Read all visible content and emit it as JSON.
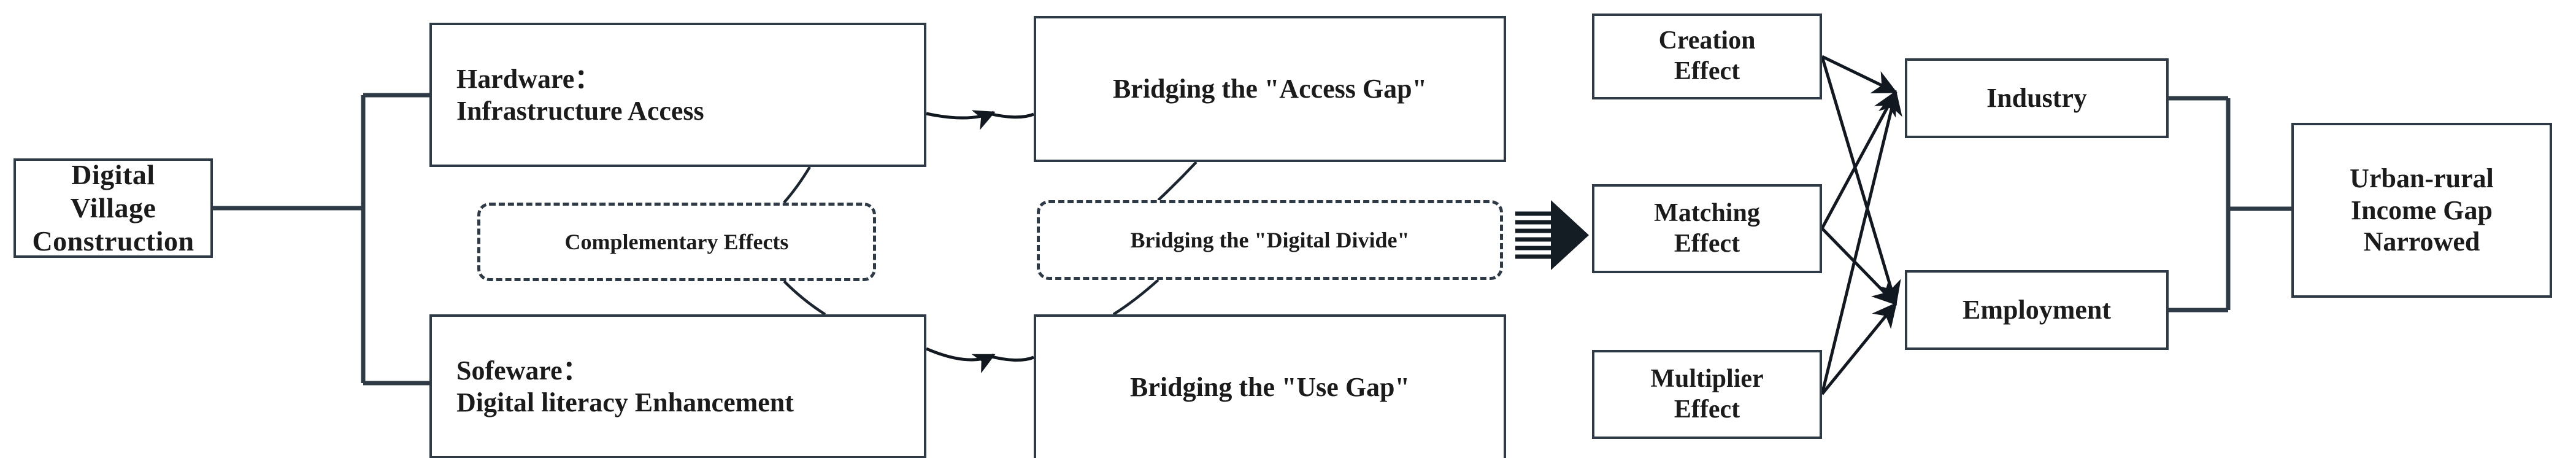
{
  "diagram": {
    "title": "Digital Village Construction and the Urban-rural Income Gap",
    "type": "flow-diagram",
    "colors": {
      "border": "#2e3b47",
      "text": "#1b1b1b",
      "background": "#ffffff",
      "connector": "#1b2530"
    },
    "nodes": {
      "digital_village": {
        "label": "Digital\nVillage\nConstruction",
        "style": "solid-box"
      },
      "hardware": {
        "label": "Hardware：\n    Infrastructure Access",
        "style": "solid-box"
      },
      "software": {
        "label": "Sofeware：\nDigital literacy Enhancement",
        "style": "solid-box"
      },
      "complementary": {
        "label": "Complementary Effects",
        "style": "dashed-rounded-box"
      },
      "access_gap": {
        "label": "Bridging the \"Access Gap\"",
        "style": "solid-box"
      },
      "digital_divide": {
        "label": "Bridging the \"Digital Divide\"",
        "style": "dashed-rounded-box"
      },
      "use_gap": {
        "label": "Bridging the \"Use Gap\"",
        "style": "solid-box"
      },
      "creation_effect": {
        "label": "Creation\nEffect",
        "style": "solid-box"
      },
      "matching_effect": {
        "label": "Matching\nEffect",
        "style": "solid-box"
      },
      "multiplier_effect": {
        "label": "Multiplier\nEffect",
        "style": "solid-box"
      },
      "industry": {
        "label": "Industry",
        "style": "solid-box"
      },
      "employment": {
        "label": "Employment",
        "style": "solid-box"
      },
      "outcome": {
        "label": "Urban-rural\nIncome Gap\nNarrowed",
        "style": "solid-box"
      }
    },
    "connectors": [
      {
        "from": "digital_village",
        "to": "hardware",
        "kind": "elbow-bracket"
      },
      {
        "from": "digital_village",
        "to": "software",
        "kind": "elbow-bracket"
      },
      {
        "from": "hardware",
        "to": "complementary",
        "kind": "thin-diagonal"
      },
      {
        "from": "software",
        "to": "complementary",
        "kind": "thin-diagonal"
      },
      {
        "from": "hardware",
        "to": "access_gap",
        "kind": "solid-arrow"
      },
      {
        "from": "software",
        "to": "use_gap",
        "kind": "solid-arrow"
      },
      {
        "from": "access_gap",
        "to": "digital_divide",
        "kind": "thin-diagonal"
      },
      {
        "from": "use_gap",
        "to": "digital_divide",
        "kind": "thin-diagonal"
      },
      {
        "from": "digital_divide",
        "to": "matching_effect",
        "kind": "striped-block-arrow"
      },
      {
        "from": "creation_effect",
        "to": "industry",
        "kind": "arrow-line"
      },
      {
        "from": "creation_effect",
        "to": "employment",
        "kind": "arrow-line"
      },
      {
        "from": "matching_effect",
        "to": "industry",
        "kind": "arrow-line"
      },
      {
        "from": "matching_effect",
        "to": "employment",
        "kind": "arrow-line"
      },
      {
        "from": "multiplier_effect",
        "to": "industry",
        "kind": "arrow-line"
      },
      {
        "from": "multiplier_effect",
        "to": "employment",
        "kind": "arrow-line"
      },
      {
        "from": "industry",
        "to": "outcome",
        "kind": "elbow-bracket"
      },
      {
        "from": "employment",
        "to": "outcome",
        "kind": "elbow-bracket"
      }
    ]
  }
}
